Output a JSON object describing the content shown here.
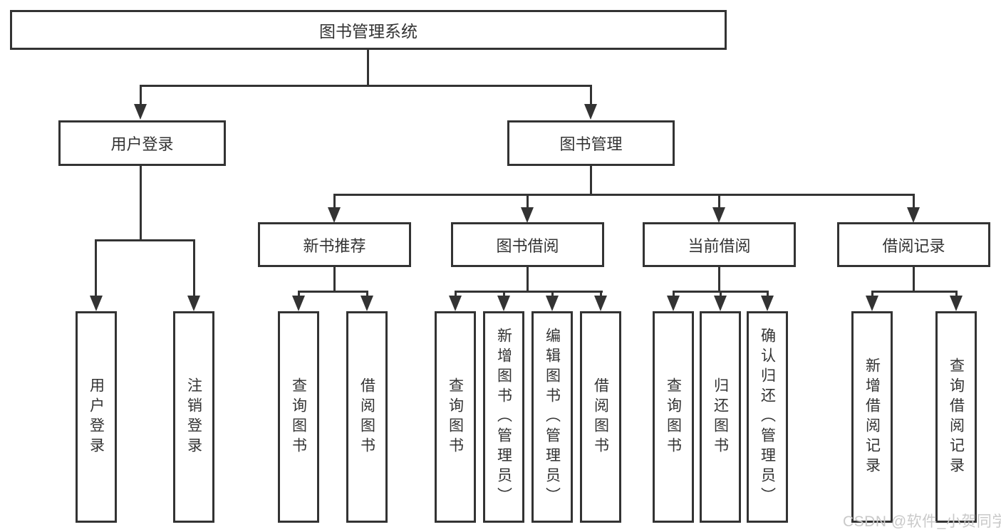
{
  "diagram": {
    "watermark": "CSDN @软件_小贺同学",
    "colors": {
      "line": "#333333",
      "text": "#333333",
      "watermark": "#c9c9c9",
      "background": "#ffffff"
    },
    "nodes": {
      "root": {
        "label": "图书管理系统"
      },
      "login": {
        "label": "用户登录"
      },
      "mgmt": {
        "label": "图书管理"
      },
      "recommend": {
        "label": "新书推荐"
      },
      "borrow": {
        "label": "图书借阅"
      },
      "current": {
        "label": "当前借阅"
      },
      "records": {
        "label": "借阅记录"
      },
      "login_user": {
        "label": "用户登录"
      },
      "login_logout": {
        "label": "注销登录"
      },
      "rec_query": {
        "label": "查询图书"
      },
      "rec_borrow": {
        "label": "借阅图书"
      },
      "bor_query": {
        "label": "查询图书"
      },
      "bor_add": {
        "label": "新增图书（管理员）"
      },
      "bor_edit": {
        "label": "编辑图书（管理员）"
      },
      "bor_borrow": {
        "label": "借阅图书"
      },
      "cur_query": {
        "label": "查询图书"
      },
      "cur_return": {
        "label": "归还图书"
      },
      "cur_confirm": {
        "label": "确认归还（管理员）"
      },
      "log_add": {
        "label": "新增借阅记录"
      },
      "log_query": {
        "label": "查询借阅记录"
      }
    }
  }
}
